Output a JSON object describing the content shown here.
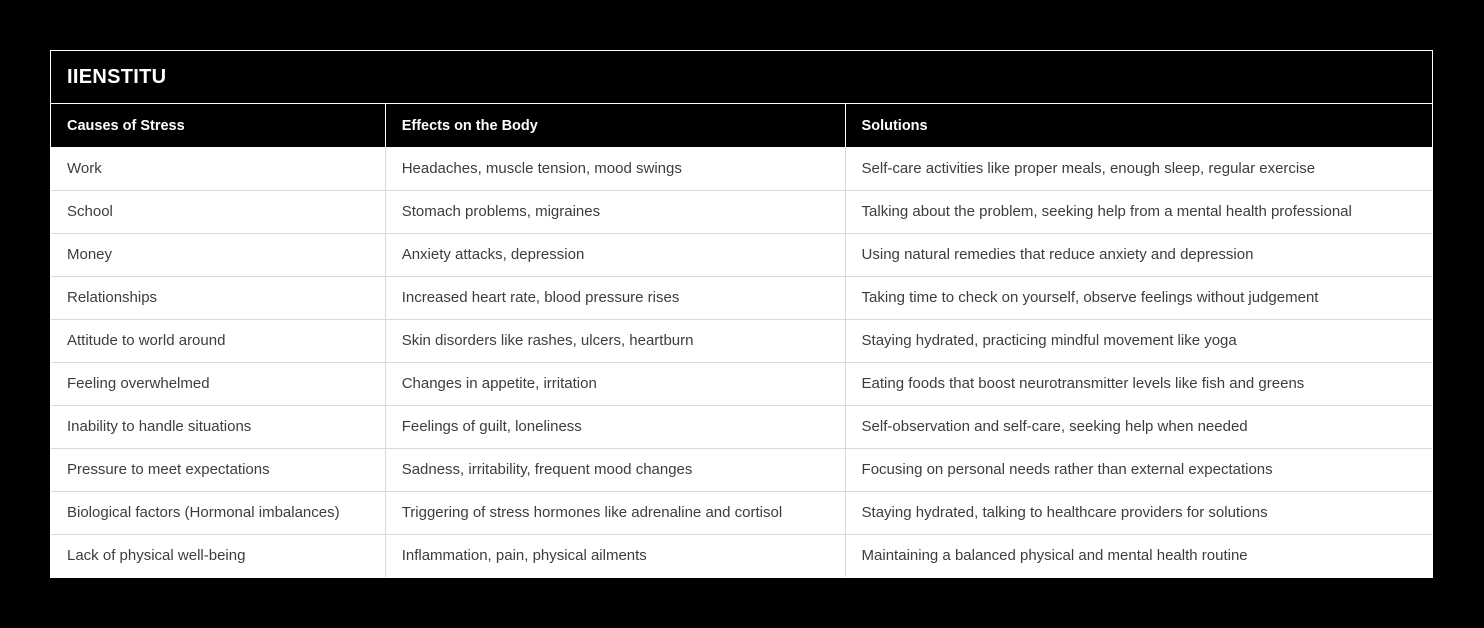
{
  "card": {
    "title": "IIENSTITU"
  },
  "table": {
    "columns": [
      "Causes of Stress",
      "Effects on the Body",
      "Solutions"
    ],
    "rows": [
      [
        "Work",
        "Headaches, muscle tension, mood swings",
        "Self-care activities like proper meals, enough sleep, regular exercise"
      ],
      [
        "School",
        "Stomach problems, migraines",
        "Talking about the problem, seeking help from a mental health professional"
      ],
      [
        "Money",
        "Anxiety attacks, depression",
        "Using natural remedies that reduce anxiety and depression"
      ],
      [
        "Relationships",
        "Increased heart rate, blood pressure rises",
        "Taking time to check on yourself, observe feelings without judgement"
      ],
      [
        "Attitude to world around",
        "Skin disorders like rashes, ulcers, heartburn",
        "Staying hydrated, practicing mindful movement like yoga"
      ],
      [
        "Feeling overwhelmed",
        "Changes in appetite, irritation",
        "Eating foods that boost neurotransmitter levels like fish and greens"
      ],
      [
        "Inability to handle situations",
        "Feelings of guilt, loneliness",
        "Self-observation and self-care, seeking help when needed"
      ],
      [
        "Pressure to meet expectations",
        "Sadness, irritability, frequent mood changes",
        "Focusing on personal needs rather than external expectations"
      ],
      [
        "Biological factors (Hormonal imbalances)",
        "Triggering of stress hormones like adrenaline and cortisol",
        "Staying hydrated, talking to healthcare providers for solutions"
      ],
      [
        "Lack of physical well-being",
        "Inflammation, pain, physical ailments",
        "Maintaining a balanced physical and mental health routine"
      ]
    ]
  },
  "colors": {
    "page_background": "#000000",
    "card_border": "#ffffff",
    "header_background": "#000000",
    "header_text": "#ffffff",
    "row_background": "#ffffff",
    "row_text": "#3d3d3d",
    "row_separator": "#d9d9d9"
  }
}
